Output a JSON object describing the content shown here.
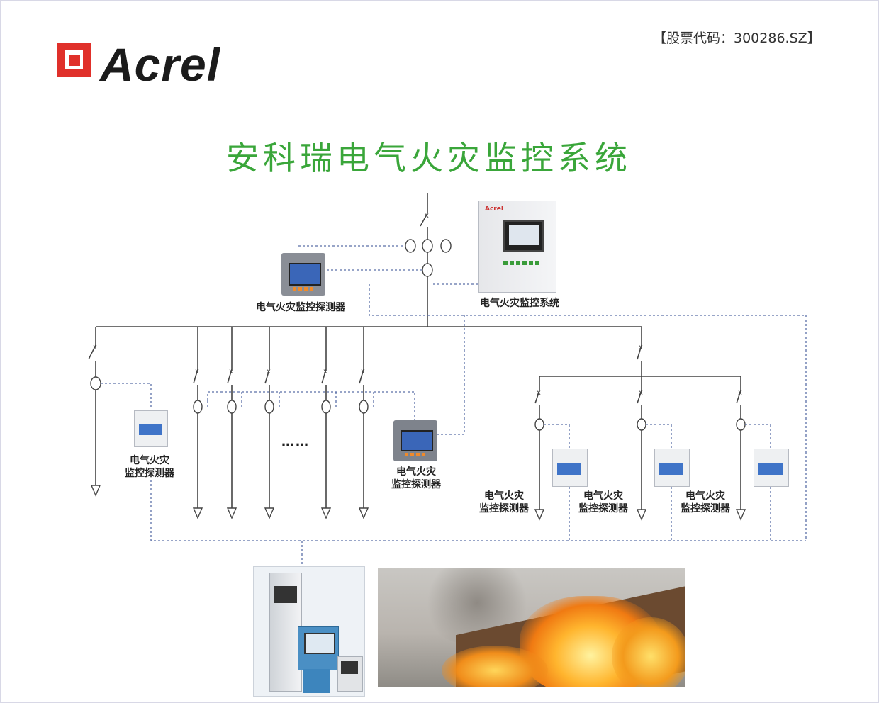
{
  "header": {
    "brand": "Acrel",
    "stock_code": "【股票代码：300286.SZ】"
  },
  "title": "安科瑞电气火灾监控系统",
  "labels": {
    "top_detector": "电气火灾监控探测器",
    "monitoring_system": "电气火灾监控系统",
    "detector_line1": "电气火灾",
    "detector_line2": "监控探测器",
    "ellipsis": "……",
    "right_detector_1": "电气火灾\n监控探测器",
    "right_detector_2": "电气火灾\n监控探测器",
    "right_detector_3": "电气火灾\n监控探测器",
    "mid_detector": "电气火灾\n监控探测器"
  },
  "colors": {
    "title_green": "#3aa63a",
    "logo_red": "#e0302a",
    "wire": "#444444",
    "dashed": "#5a6fa8"
  }
}
